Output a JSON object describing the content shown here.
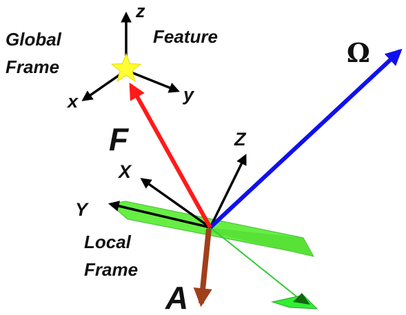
{
  "labels": {
    "global_frame_line1": "Global",
    "global_frame_line2": "Frame",
    "feature": "Feature",
    "global_z": "z",
    "global_x": "x",
    "global_y": "y",
    "force": "F",
    "local_z": "Z",
    "local_x": "X",
    "local_y": "Y",
    "local_frame_line1": "Local",
    "local_frame_line2": "Frame",
    "acceleration": "A",
    "omega": "Ω"
  },
  "colors": {
    "force_vector": "#ff1a1a",
    "omega_vector": "#1010ee",
    "acceleration_vector": "#a0401a",
    "aircraft": "#66ee44",
    "feature_star": "#ffff33",
    "axes": "#000000"
  },
  "icons": {
    "feature_marker": "star-icon",
    "vehicle": "aircraft-icon"
  }
}
